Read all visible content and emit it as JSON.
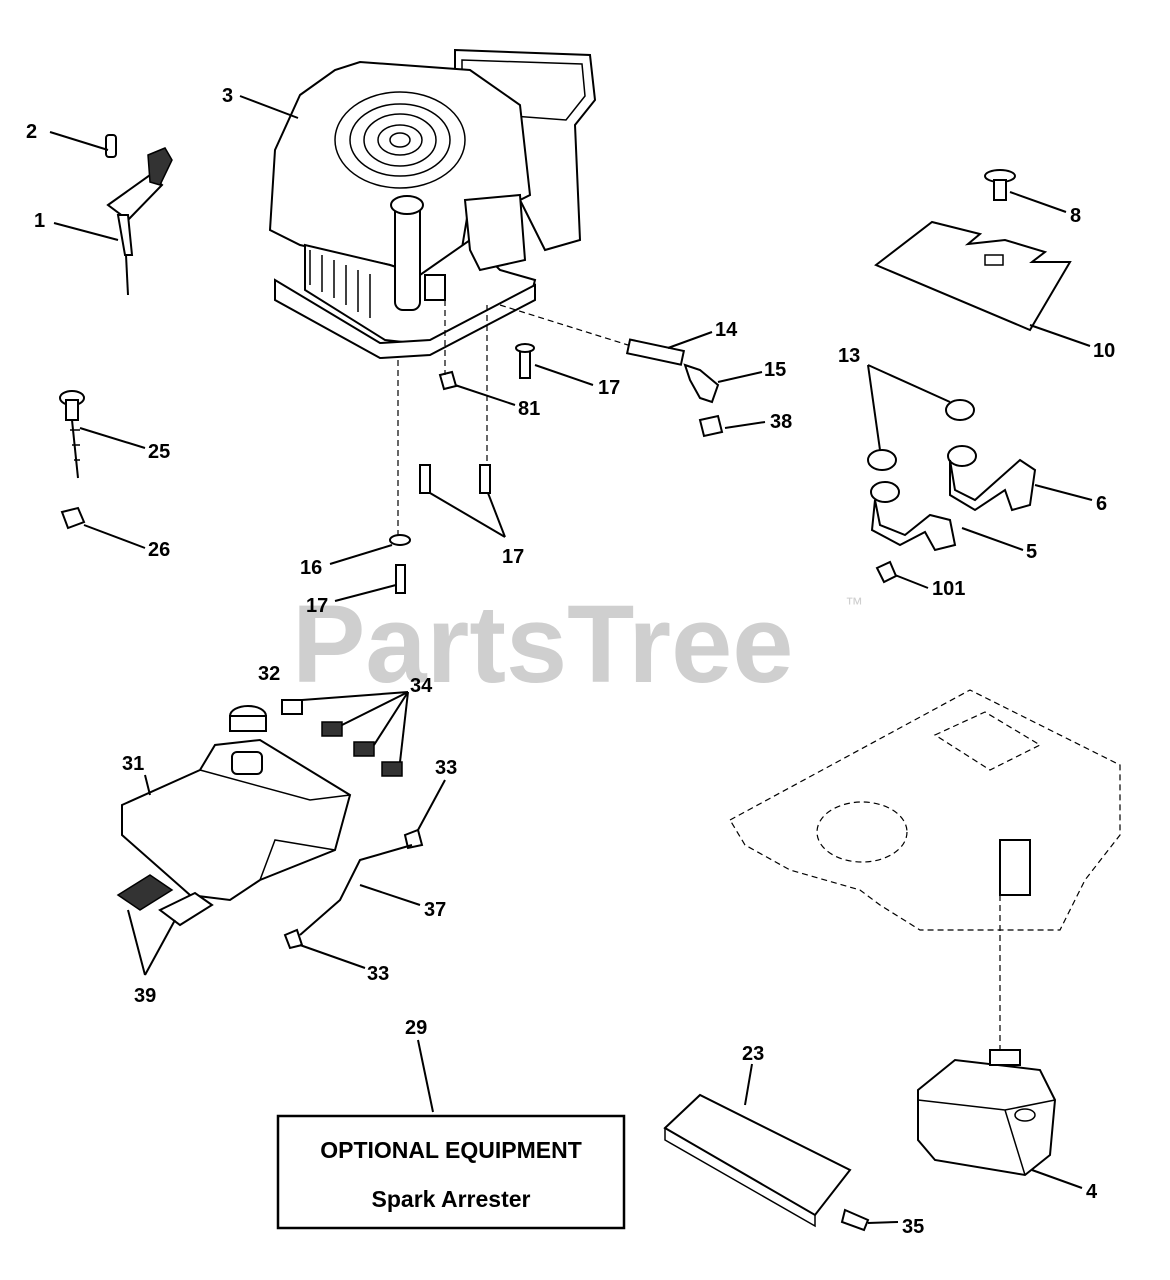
{
  "watermark": {
    "brand": "PartsTree",
    "trademark": "™"
  },
  "callouts": [
    {
      "id": "c1",
      "text": "1"
    },
    {
      "id": "c2",
      "text": "2"
    },
    {
      "id": "c3",
      "text": "3"
    },
    {
      "id": "c4",
      "text": "4"
    },
    {
      "id": "c5",
      "text": "5"
    },
    {
      "id": "c6",
      "text": "6"
    },
    {
      "id": "c8",
      "text": "8"
    },
    {
      "id": "c10",
      "text": "10"
    },
    {
      "id": "c13",
      "text": "13"
    },
    {
      "id": "c14",
      "text": "14"
    },
    {
      "id": "c15",
      "text": "15"
    },
    {
      "id": "c16",
      "text": "16"
    },
    {
      "id": "c17a",
      "text": "17"
    },
    {
      "id": "c17b",
      "text": "17"
    },
    {
      "id": "c17c",
      "text": "17"
    },
    {
      "id": "c23",
      "text": "23"
    },
    {
      "id": "c25",
      "text": "25"
    },
    {
      "id": "c26",
      "text": "26"
    },
    {
      "id": "c29",
      "text": "29"
    },
    {
      "id": "c31",
      "text": "31"
    },
    {
      "id": "c32",
      "text": "32"
    },
    {
      "id": "c33a",
      "text": "33"
    },
    {
      "id": "c33b",
      "text": "33"
    },
    {
      "id": "c34",
      "text": "34"
    },
    {
      "id": "c35",
      "text": "35"
    },
    {
      "id": "c37",
      "text": "37"
    },
    {
      "id": "c38",
      "text": "38"
    },
    {
      "id": "c39",
      "text": "39"
    },
    {
      "id": "c81",
      "text": "81"
    },
    {
      "id": "c101",
      "text": "101"
    }
  ],
  "optional_box": {
    "title": "OPTIONAL EQUIPMENT",
    "subtitle": "Spark Arrester"
  }
}
